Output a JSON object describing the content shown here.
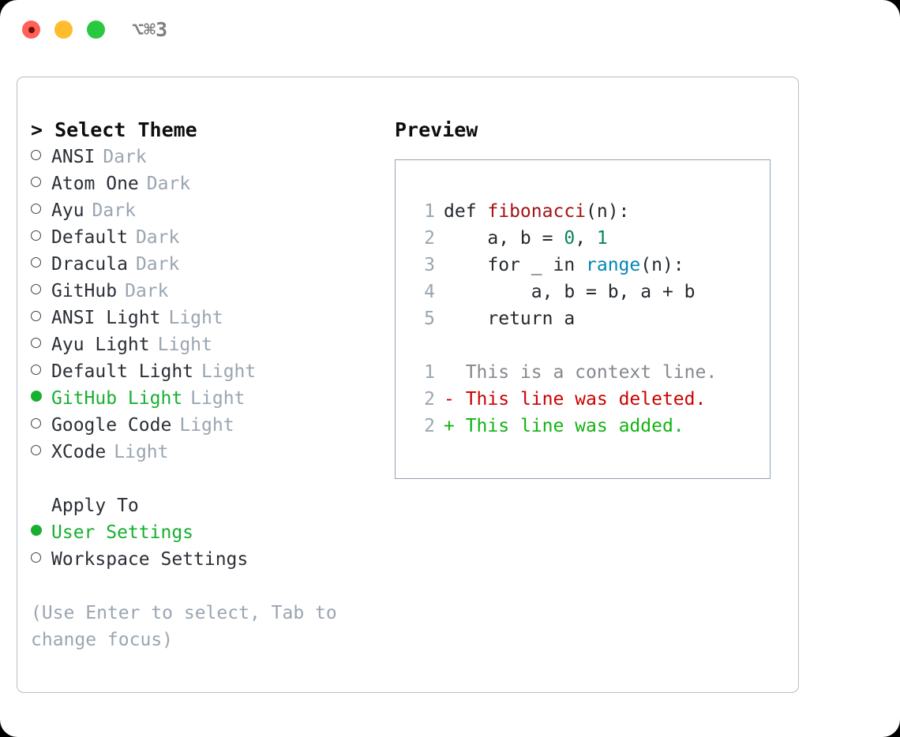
{
  "window": {
    "shortcut": "⌥⌘3",
    "traffic_lights": [
      {
        "name": "close-button",
        "color": "#ff6159"
      },
      {
        "name": "minimize-button",
        "color": "#febc2e"
      },
      {
        "name": "maximize-button",
        "color": "#28c840"
      }
    ]
  },
  "theme_panel": {
    "header": "> Select Theme",
    "selected_bullet": "●",
    "unselected_bullet": "○",
    "items": [
      {
        "label": "ANSI",
        "suffix": "Dark",
        "selected": false
      },
      {
        "label": "Atom One",
        "suffix": "Dark",
        "selected": false
      },
      {
        "label": "Ayu",
        "suffix": "Dark",
        "selected": false
      },
      {
        "label": "Default",
        "suffix": "Dark",
        "selected": false
      },
      {
        "label": "Dracula",
        "suffix": "Dark",
        "selected": false
      },
      {
        "label": "GitHub",
        "suffix": "Dark",
        "selected": false
      },
      {
        "label": "ANSI Light",
        "suffix": "Light",
        "selected": false
      },
      {
        "label": "Ayu Light",
        "suffix": "Light",
        "selected": false
      },
      {
        "label": "Default Light",
        "suffix": "Light",
        "selected": false
      },
      {
        "label": "GitHub Light",
        "suffix": "Light",
        "selected": true
      },
      {
        "label": "Google Code",
        "suffix": "Light",
        "selected": false
      },
      {
        "label": "XCode",
        "suffix": "Light",
        "selected": false
      }
    ]
  },
  "apply_to": {
    "header": "Apply To",
    "items": [
      {
        "label": "User Settings",
        "selected": true
      },
      {
        "label": "Workspace Settings",
        "selected": false
      }
    ]
  },
  "hint": "(Use Enter to select, Tab to change focus)",
  "preview": {
    "header": "Preview",
    "code_lines": [
      {
        "lineno": "1",
        "tokens": [
          {
            "text": "def ",
            "type": "plain"
          },
          {
            "text": "fibonacci",
            "type": "func"
          },
          {
            "text": "(n):",
            "type": "plain"
          }
        ]
      },
      {
        "lineno": "2",
        "tokens": [
          {
            "text": "    a, b = ",
            "type": "plain"
          },
          {
            "text": "0",
            "type": "num"
          },
          {
            "text": ", ",
            "type": "plain"
          },
          {
            "text": "1",
            "type": "num"
          }
        ]
      },
      {
        "lineno": "3",
        "tokens": [
          {
            "text": "    for _ in ",
            "type": "plain"
          },
          {
            "text": "range",
            "type": "call"
          },
          {
            "text": "(n):",
            "type": "plain"
          }
        ]
      },
      {
        "lineno": "4",
        "tokens": [
          {
            "text": "        a, b = b, a + b",
            "type": "plain"
          }
        ]
      },
      {
        "lineno": "5",
        "tokens": [
          {
            "text": "    return a",
            "type": "plain"
          }
        ]
      }
    ],
    "diff_lines": [
      {
        "lineno": "1",
        "marker": "  ",
        "text": "This is a context line.",
        "kind": "context"
      },
      {
        "lineno": "2",
        "marker": "- ",
        "text": "This line was deleted.",
        "kind": "del"
      },
      {
        "lineno": "2",
        "marker": "+ ",
        "text": "This line was added.",
        "kind": "add"
      }
    ]
  },
  "colors": {
    "accent_green": "#16b031",
    "muted": "#9aa5b1",
    "border": "#b6bfca",
    "preview_border": "#93a1af",
    "syntax_func": "#a31515",
    "syntax_num": "#098658",
    "syntax_call": "#0086b3",
    "diff_del": "#cc0000",
    "diff_add": "#12b312"
  }
}
